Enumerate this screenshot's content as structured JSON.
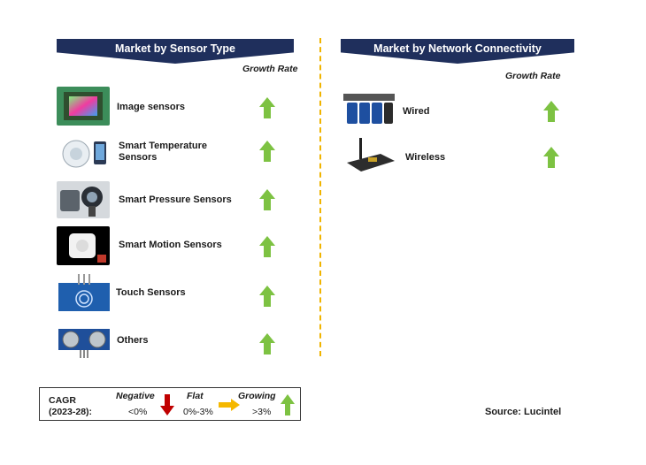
{
  "left_panel": {
    "title": "Market by Sensor Type",
    "growth_label": "Growth Rate",
    "items": [
      {
        "label_lines": [
          "Image sensors"
        ],
        "trend": "growing",
        "thumb_icon": "camera-sensor-chip-icon"
      },
      {
        "label_lines": [
          "Smart Temperature",
          "Sensors"
        ],
        "trend": "growing",
        "thumb_icon": "thermometer-device-icon"
      },
      {
        "label_lines": [
          "Smart Pressure Sensors"
        ],
        "trend": "growing",
        "thumb_icon": "pressure-gauge-icon"
      },
      {
        "label_lines": [
          "Smart Motion Sensors"
        ],
        "trend": "growing",
        "thumb_icon": "motion-detector-icon"
      },
      {
        "label_lines": [
          "Touch Sensors"
        ],
        "trend": "growing",
        "thumb_icon": "touch-pad-board-icon"
      },
      {
        "label_lines": [
          "Others"
        ],
        "trend": "growing",
        "thumb_icon": "ultrasonic-module-icon"
      }
    ]
  },
  "right_panel": {
    "title": "Market by Network Connectivity",
    "growth_label": "Growth Rate",
    "items": [
      {
        "label_lines": [
          "Wired"
        ],
        "trend": "growing",
        "thumb_icon": "cable-connectors-icon"
      },
      {
        "label_lines": [
          "Wireless"
        ],
        "trend": "growing",
        "thumb_icon": "wireless-module-icon"
      }
    ]
  },
  "legend": {
    "cagr_line1": "CAGR",
    "cagr_line2": "(2023-28):",
    "negative_label": "Negative",
    "negative_range": "<0%",
    "flat_label": "Flat",
    "flat_range": "0%-3%",
    "growing_label": "Growing",
    "growing_range": ">3%"
  },
  "source": "Source: Lucintel",
  "colors": {
    "banner": "#1f2f5c",
    "growing_arrow": "#7dc242",
    "negative_arrow": "#c00000",
    "flat_arrow": "#f5b800",
    "divider": "#f0b400"
  }
}
